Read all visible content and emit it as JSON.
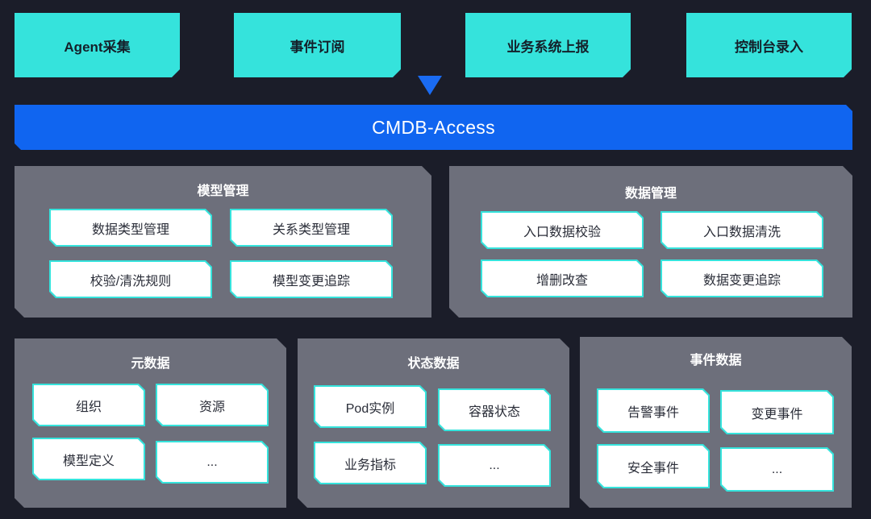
{
  "sources": [
    "Agent采集",
    "事件订阅",
    "业务系统上报",
    "控制台录入"
  ],
  "access": "CMDB-Access",
  "model_mgmt": {
    "title": "模型管理",
    "items": [
      "数据类型管理",
      "关系类型管理",
      "校验/清洗规则",
      "模型变更追踪"
    ]
  },
  "data_mgmt": {
    "title": "数据管理",
    "items": [
      "入口数据校验",
      "入口数据清洗",
      "增删改查",
      "数据变更追踪"
    ]
  },
  "meta_data": {
    "title": "元数据",
    "items": [
      "组织",
      "资源",
      "模型定义",
      "..."
    ]
  },
  "state_data": {
    "title": "状态数据",
    "items": [
      "Pod实例",
      "容器状态",
      "业务指标",
      "..."
    ]
  },
  "event_data": {
    "title": "事件数据",
    "items": [
      "告警事件",
      "变更事件",
      "安全事件",
      "..."
    ]
  },
  "colors": {
    "background": "#1b1d29",
    "accent_cyan": "#35e3dc",
    "accent_blue": "#1065f0",
    "panel_gray": "#6d6f7b"
  }
}
